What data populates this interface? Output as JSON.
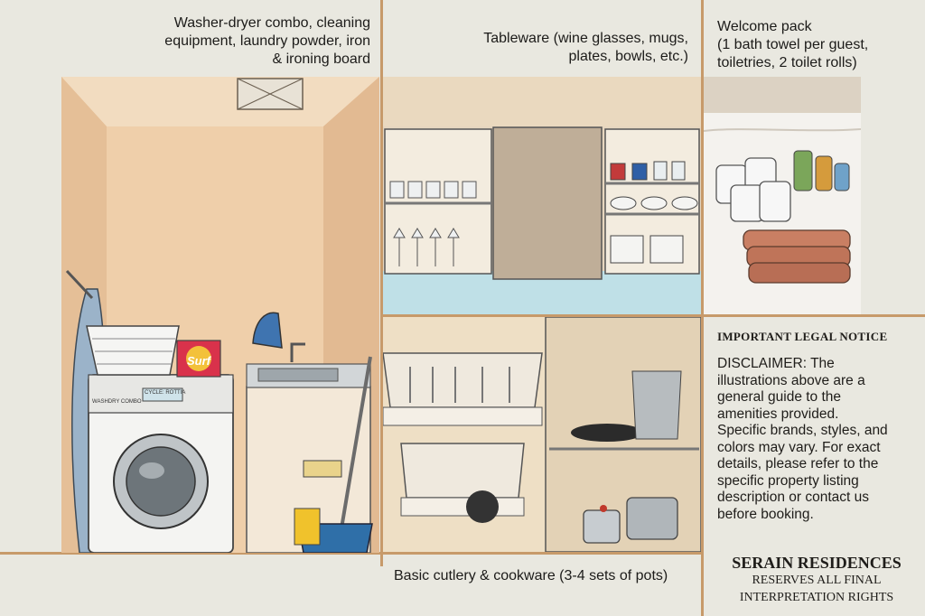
{
  "captions": {
    "laundry": "Washer-dryer combo, cleaning\nequipment, laundry powder, iron\n& ironing board",
    "tableware": "Tableware (wine glasses, mugs,\nplates, bowls, etc.)",
    "welcome": "Welcome pack\n(1 bath towel per guest,\ntoiletries, 2 toilet rolls)",
    "cookware": "Basic cutlery & cookware (3-4 sets of pots)"
  },
  "legal": {
    "heading": "IMPORTANT LEGAL NOTICE",
    "body": "DISCLAIMER: The\nillustrations above are a\ngeneral guide to the\namenities provided.\nSpecific brands, styles, and\ncolors may vary. For exact\ndetails, please refer to the\nspecific property listing\ndescription or contact us\nbefore booking."
  },
  "brand": {
    "name": "SERAIN RESIDENCES",
    "tagline": "RESERVES ALL FINAL\nINTERPRETATION RIGHTS"
  },
  "labels": {
    "detergent": "Surf",
    "washer_model": "WASHDRY COMBO",
    "washer_display": "CYCLE: ROTTIA"
  },
  "colors": {
    "background": "#e9e8e0",
    "divider": "#c79a6a",
    "wall": "#ecc9a3",
    "towel": "#c97f63",
    "bucket": "#2f6fa8"
  }
}
